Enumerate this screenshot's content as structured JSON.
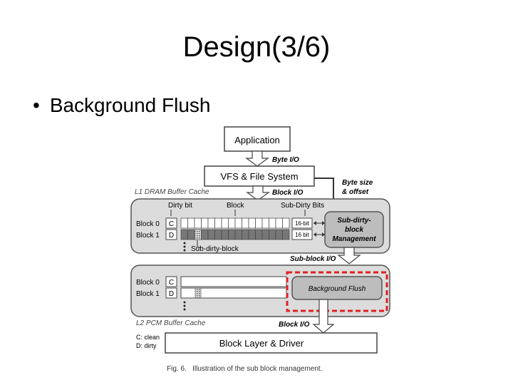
{
  "slide": {
    "title": "Design(3/6)",
    "bullet": "Background Flush"
  },
  "diagram": {
    "application": "Application",
    "byte_io": "Byte I/O",
    "vfs": "VFS & File System",
    "block_io_1": "Block I/O",
    "byte_size_line1": "Byte size",
    "byte_size_line2": "& offset",
    "l1_label": "L1 DRAM Buffer Cache",
    "dirty_bit": "Dirty bit",
    "block_header": "Block",
    "sub_dirty_bits": "Sub-Dirty Bits",
    "block0": "Block 0",
    "block1": "Block 1",
    "c_flag": "C",
    "d_flag": "D",
    "bits16_a": "16-bit",
    "bits16_b": "16 bit",
    "sub_dirty_block": "Sub-dirty-block",
    "mgmt_line1": "Sub-dirty-",
    "mgmt_line2": "block",
    "mgmt_line3": "Management",
    "sub_block_io": "Sub-block I/O",
    "l2_block0": "Block 0",
    "l2_block1": "Block 1",
    "l2_c_flag": "C",
    "l2_d_flag": "D",
    "background_flush": "Background Flush",
    "l2_label": "L2 PCM Buffer Cache",
    "block_io_2": "Block I/O",
    "legend_clean": "C: clean",
    "legend_dirty": "D: dirty",
    "block_layer": "Block Layer & Driver",
    "caption": "Fig. 6.   Illustration of the sub block management.",
    "highlight_color": "#e02020"
  }
}
